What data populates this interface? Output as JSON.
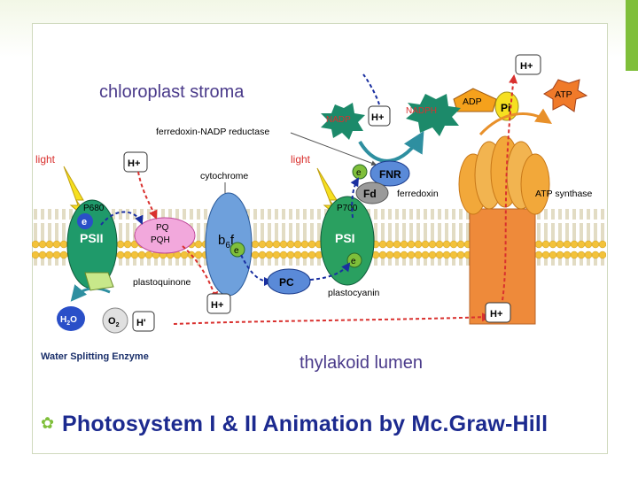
{
  "caption": "Photosystem I & II Animation by Mc.Graw-Hill",
  "diagram": {
    "stroma_label": "chloroplast stroma",
    "lumen_label": "thylakoid lumen",
    "light_left": "light",
    "light_right": "light",
    "h_plus": "H+",
    "h_prime": "H'",
    "nadp": "NADP",
    "nadph": "NADPH",
    "adp": "ADP",
    "pi": "Pi",
    "atp": "ATP",
    "ferredoxin_nadp_reductase": "ferredoxin-NADP reductase",
    "cytochrome": "cytochrome",
    "ferredoxin": "ferredoxin",
    "atp_synthase": "ATP synthase",
    "fnr": "FNR",
    "fd": "Fd",
    "p680": "P680",
    "p700": "P700",
    "psii": "PSII",
    "psi": "PSI",
    "pq": "PQ",
    "pqh2": "PQH",
    "b6f": "b",
    "b6f_sub": "6",
    "b6f_f": "f",
    "electron": "e",
    "plastoquinone": "plastoquinone",
    "pc": "PC",
    "plastocyanin": "plastocyanin",
    "h2o": "H",
    "o2": "O",
    "water_enzyme": "Water Splitting Enzyme"
  },
  "colors": {
    "membrane_head": "#f3c23a",
    "psii": "#1f9a6a",
    "psi": "#2aa060",
    "cytochrome": "#6ea0dc",
    "pq": "#f2a8dc",
    "atp_synthase_head": "#f2a83a",
    "atp_synthase_stalk": "#ee8a3a",
    "electron_path": "#1a2fa0",
    "proton_path": "#d9302e",
    "caption": "#1c2a8f"
  }
}
